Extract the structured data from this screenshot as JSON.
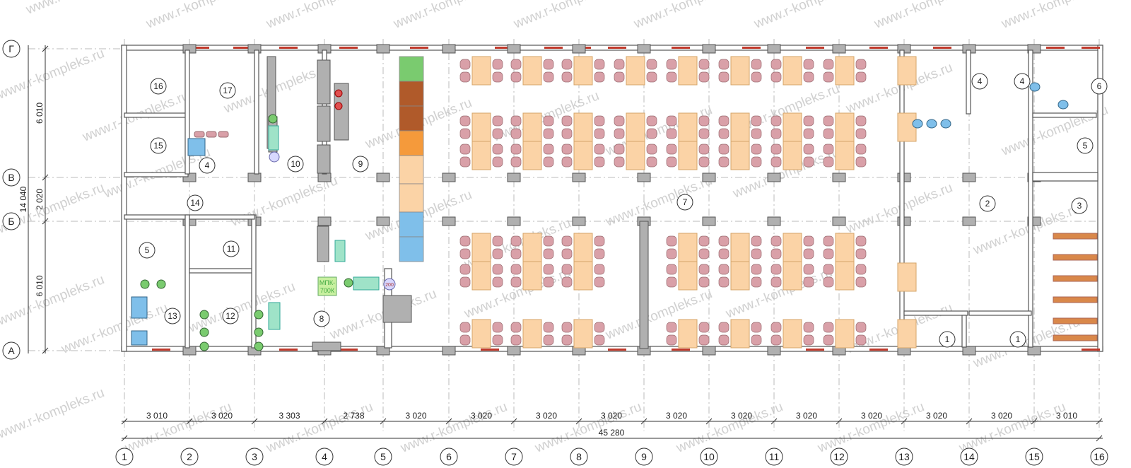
{
  "watermark": "www.r-kompleks.ru",
  "col_axes": [
    "1",
    "2",
    "3",
    "4",
    "5",
    "6",
    "7",
    "8",
    "9",
    "10",
    "11",
    "12",
    "13",
    "14",
    "15",
    "16"
  ],
  "row_axes": [
    "Г",
    "В",
    "Б",
    "А"
  ],
  "col_dims": [
    "3 010",
    "3 020",
    "3 303",
    "2 738",
    "3 020",
    "3 020",
    "3 020",
    "3 020",
    "3 020",
    "3 020",
    "3 020",
    "3 020",
    "3 020",
    "3 020",
    "3 010"
  ],
  "total_length": "45 280",
  "row_dims": [
    "6 010",
    "2 020",
    "6 010"
  ],
  "total_width": "14 040",
  "rooms": [
    "16",
    "17",
    "15",
    "4",
    "10",
    "9",
    "7",
    "14",
    "5",
    "11",
    "13",
    "12",
    "8",
    "4",
    "4",
    "6",
    "5",
    "2",
    "3",
    "1",
    "1"
  ],
  "equipment_labels": {
    "mpk": "МПК-",
    "mpk2": "700К",
    "rack": "200"
  },
  "colors": {
    "wall": "#9a9a9a",
    "table": "#fbd3a6",
    "chair": "#d9a0a8",
    "door": "#d88a70",
    "green": "#7acb6f",
    "blue": "#7fbfea",
    "brown": "#b05a2a",
    "orange": "#f59a3b"
  }
}
